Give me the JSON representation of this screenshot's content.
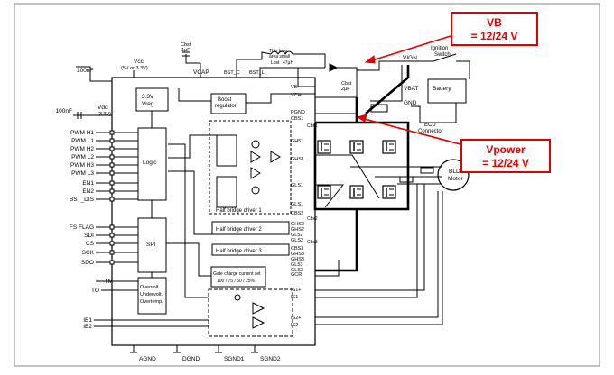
{
  "callouts": {
    "vb": {
      "title": "VB",
      "value": "= 12/24 V"
    },
    "vpower": {
      "title": "Vpower",
      "value": "= 12/24 V"
    }
  },
  "left_pins": {
    "vdd": "Vdd",
    "vdd_sub": "(3.3V)",
    "cap_100nf_vdd": "100nF",
    "cap_100nf_vcc": "100nF",
    "inputs": [
      "PWM H1",
      "PWM L1",
      "PWM H2",
      "PWM L2",
      "PWM H3",
      "PWM L3",
      "EN1",
      "EN2",
      "BST_DIS"
    ],
    "spi": [
      "FS FLAG",
      "SDI",
      "CS",
      "SCK",
      "SDO"
    ],
    "tm": "TM",
    "to": "TO",
    "ib": [
      "IB1",
      "IB2"
    ]
  },
  "top": {
    "vcc": "Vcc",
    "vcc_sub": "(5V or 3.3V)",
    "vcap": "VCAP",
    "cbst": "Cbst",
    "cbst_val": "1µF",
    "bst_c": "BST_C",
    "bst_l": "BST_L",
    "loop_note_1": "This loop",
    "loop_note_2": "area small",
    "lbst": "Lbst",
    "lbst_val": "47µH",
    "cbst2": "Cbst",
    "cbst2_val": "2µF",
    "vign": "VIGN",
    "ignition": "Ignition",
    "switch": "Switch",
    "vbat": "VBAT",
    "battery": "Battery",
    "gnd": "GND",
    "ecu": "ECU",
    "connector": "Connector"
  },
  "blocks": {
    "vreg_1": "3.3V",
    "vreg_2": "Vreg",
    "boost_1": "Boost",
    "boost_2": "regulator",
    "logic": "Logic",
    "spi": "SPI",
    "hb1": "Half bridge driver 1",
    "hb2": "Half bridge driver 2",
    "hb3": "Half bridge driver 3",
    "gate_1": "Gate charge current set",
    "gate_2": "100 / 75 / 50 / 25%",
    "ov_1": "Overvolt.",
    "ov_2": "Undervolt.",
    "ov_3": "Overtemp."
  },
  "right_pins": [
    "VB",
    "VCH",
    "PGND",
    "CBS1",
    "GH51",
    "GHS1",
    "GLS1",
    "GLS1",
    "CBS2",
    "GHS2",
    "GHS2",
    "GL52",
    "GLS2",
    "CBS3",
    "GHS3",
    "GHS3",
    "GL53",
    "GLS3",
    "GCR",
    "IS1+",
    "IS1-",
    "IS2+",
    "IS2-"
  ],
  "cap_labels": [
    "Cbs1",
    "Cbs2",
    "Cbs3"
  ],
  "bottom_pins": [
    "AGND",
    "DGND",
    "SGND1",
    "SGND2"
  ],
  "motor": {
    "name": "BLDC",
    "sub": "Motor"
  }
}
